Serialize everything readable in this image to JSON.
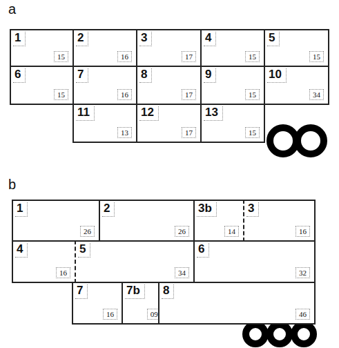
{
  "diagram": {
    "nodes": [
      {
        "text": [
          "1",
          "15"
        ]
      },
      {
        "text": [
          "2",
          "16"
        ]
      },
      {
        "text": [
          "3",
          "17"
        ]
      },
      {
        "text": [
          "4",
          "15"
        ]
      },
      {
        "text": [
          "5",
          "15"
        ]
      },
      {
        "text": [
          "6",
          "15"
        ]
      },
      {
        "text": [
          "7",
          "16"
        ]
      },
      {
        "text": [
          "8",
          "17"
        ]
      },
      {
        "text": [
          "9",
          "15"
        ]
      },
      {
        "text": [
          "10",
          "34"
        ]
      },
      {
        "text": [
          "11",
          "13"
        ]
      },
      {
        "text": [
          "12",
          "17"
        ]
      },
      {
        "text": [
          "13",
          "15"
        ]
      },
      {
        "text": [
          "1",
          "26"
        ]
      },
      {
        "text": [
          "2",
          "26"
        ]
      },
      {
        "text": [
          "3b",
          "14"
        ]
      },
      {
        "text": [
          "3",
          "16"
        ]
      },
      {
        "text": [
          "4",
          "16"
        ]
      },
      {
        "text": [
          "5",
          "34"
        ]
      },
      {
        "text": [
          "6",
          "32"
        ]
      },
      {
        "text": [
          "7",
          "16"
        ]
      },
      {
        "text": [
          "7b",
          "09"
        ]
      },
      {
        "text": [
          "8",
          "46"
        ]
      }
    ],
    "labels": [
      "a",
      "b"
    ]
  }
}
